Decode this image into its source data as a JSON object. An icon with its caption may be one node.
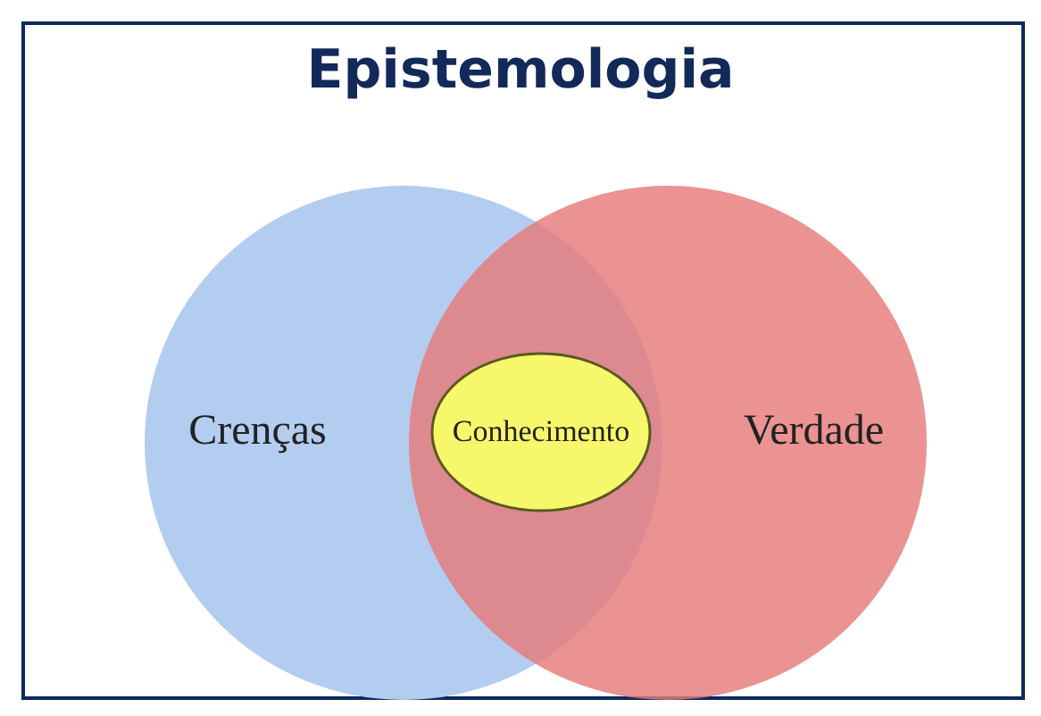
{
  "diagram": {
    "title": "Epistemologia",
    "nodes": [
      {
        "text": [
          "Crenças"
        ]
      },
      {
        "text": [
          "Verdade"
        ]
      },
      {
        "text": [
          "Conhecimento"
        ]
      }
    ]
  }
}
